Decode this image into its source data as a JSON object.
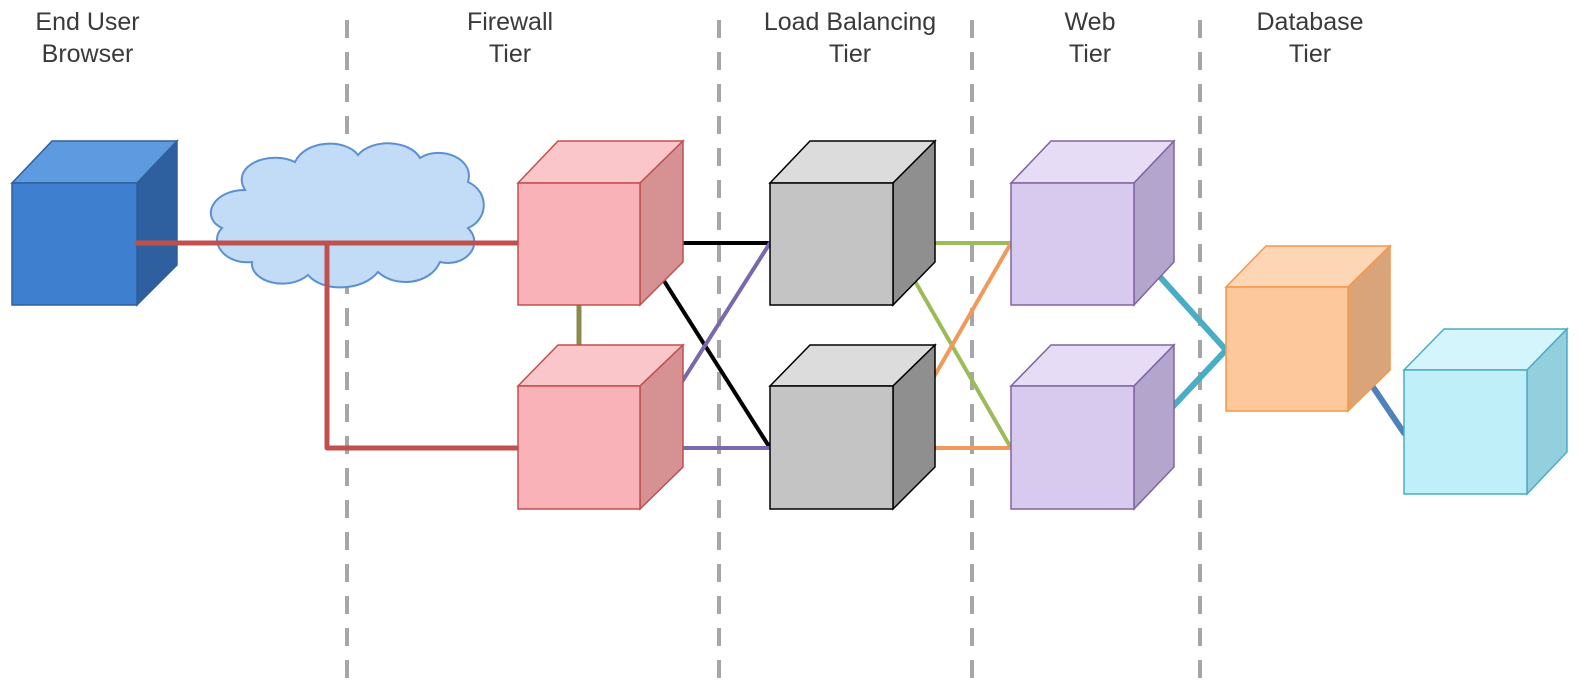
{
  "tiers": [
    {
      "id": "end-user",
      "line1": "End User",
      "line2": "Browser"
    },
    {
      "id": "firewall",
      "line1": "Firewall",
      "line2": "Tier"
    },
    {
      "id": "load-balancing",
      "line1": "Load Balancing",
      "line2": "Tier"
    },
    {
      "id": "web",
      "line1": "Web",
      "line2": "Tier"
    },
    {
      "id": "database",
      "line1": "Database",
      "line2": "Tier"
    }
  ],
  "colors": {
    "browser": "#3f7fcf",
    "firewall": "#f9b3b8",
    "load_balancer": "#c4c4c4",
    "web": "#d8c9ee",
    "database_primary": "#fdc89c",
    "database_replica": "#bfeff8",
    "cloud": "#bcd8f6",
    "link_red": "#c0504d",
    "link_olive": "#8c8a4a",
    "link_black": "#000000",
    "link_purple": "#7a68ad",
    "link_green": "#9bbb59",
    "link_orange": "#f0995a",
    "link_teal": "#4bacc6",
    "link_blue": "#4f81bd",
    "divider": "#a6a6a6"
  }
}
